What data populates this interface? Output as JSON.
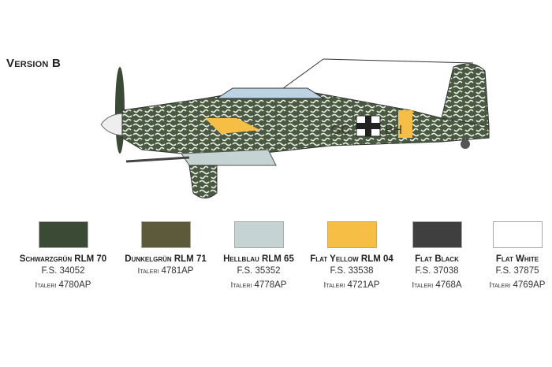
{
  "version_title": "Version B",
  "aircraft_markings": {
    "left_code": "GC",
    "right_code": "BH"
  },
  "paints": [
    {
      "name": "Schwarzgrün RLM 70",
      "fs": "F.S. 34052",
      "brand": "Italeri",
      "code": "4780AP",
      "color": "#3a4a35"
    },
    {
      "name": "Dunkelgrün RLM 71",
      "fs": "",
      "brand": "Italeri",
      "code": "4781AP",
      "color": "#5c5a3a"
    },
    {
      "name": "Hellblau RLM 65",
      "fs": "F.S. 35352",
      "brand": "Italeri",
      "code": "4778AP",
      "color": "#c6d3d3"
    },
    {
      "name": "Flat Yellow RLM 04",
      "fs": "F.S. 33538",
      "brand": "Italeri",
      "code": "4721AP",
      "color": "#f7be45"
    },
    {
      "name": "Flat Black",
      "fs": "F.S. 37038",
      "brand": "Italeri",
      "code": "4768A",
      "color": "#3f3f3f"
    },
    {
      "name": "Flat White",
      "fs": "F.S. 37875",
      "brand": "Italeri",
      "code": "4769AP",
      "color": "#ffffff"
    }
  ]
}
